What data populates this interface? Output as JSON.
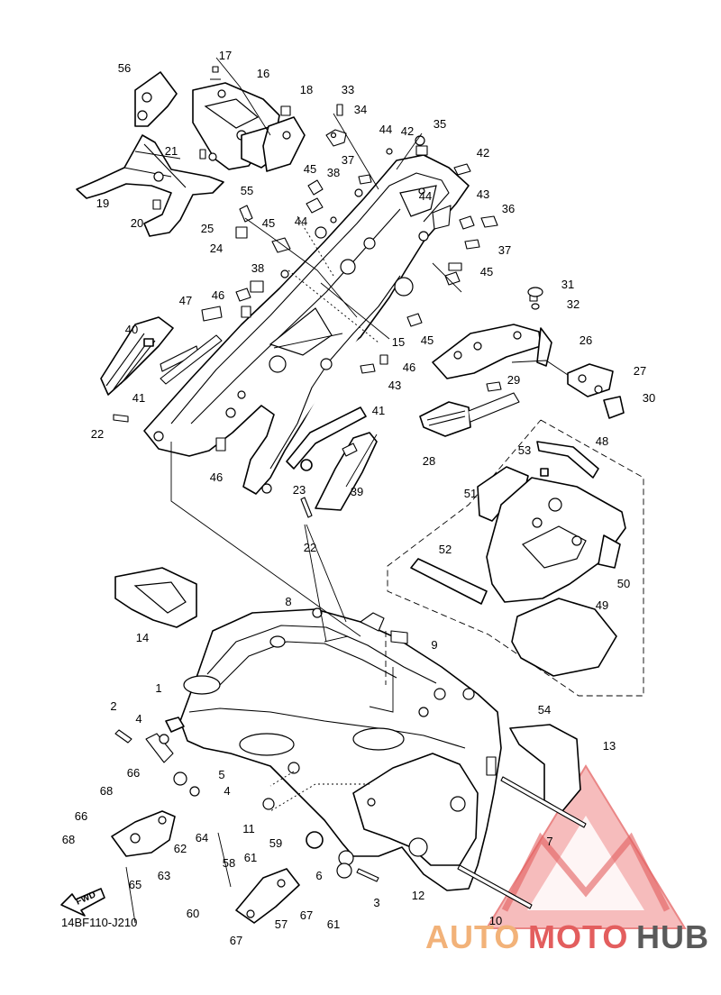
{
  "diagram_code": "14BF110-J210",
  "direction_label": "FWD",
  "watermark": {
    "brand_part1": "AUTO",
    "brand_part2": "MOTO",
    "brand_part3": "HUB",
    "color_primary": "#f2b279",
    "color_secondary": "#e35e5e",
    "color_tertiary": "#5a5a5a"
  },
  "callouts": [
    {
      "id": "1",
      "text": "1"
    },
    {
      "id": "2",
      "text": "2"
    },
    {
      "id": "3",
      "text": "3"
    },
    {
      "id": "4a",
      "text": "4"
    },
    {
      "id": "4b",
      "text": "4"
    },
    {
      "id": "5",
      "text": "5"
    },
    {
      "id": "6",
      "text": "6"
    },
    {
      "id": "7",
      "text": "7"
    },
    {
      "id": "8",
      "text": "8"
    },
    {
      "id": "9",
      "text": "9"
    },
    {
      "id": "10",
      "text": "10"
    },
    {
      "id": "11",
      "text": "11"
    },
    {
      "id": "12",
      "text": "12"
    },
    {
      "id": "13",
      "text": "13"
    },
    {
      "id": "14",
      "text": "14"
    },
    {
      "id": "15",
      "text": "15"
    },
    {
      "id": "16",
      "text": "16"
    },
    {
      "id": "17",
      "text": "17"
    },
    {
      "id": "18",
      "text": "18"
    },
    {
      "id": "19",
      "text": "19"
    },
    {
      "id": "20",
      "text": "20"
    },
    {
      "id": "21",
      "text": "21"
    },
    {
      "id": "22a",
      "text": "22"
    },
    {
      "id": "22b",
      "text": "22"
    },
    {
      "id": "23",
      "text": "23"
    },
    {
      "id": "24",
      "text": "24"
    },
    {
      "id": "25",
      "text": "25"
    },
    {
      "id": "26",
      "text": "26"
    },
    {
      "id": "27",
      "text": "27"
    },
    {
      "id": "28",
      "text": "28"
    },
    {
      "id": "29",
      "text": "29"
    },
    {
      "id": "30",
      "text": "30"
    },
    {
      "id": "31",
      "text": "31"
    },
    {
      "id": "32",
      "text": "32"
    },
    {
      "id": "33",
      "text": "33"
    },
    {
      "id": "34",
      "text": "34"
    },
    {
      "id": "35",
      "text": "35"
    },
    {
      "id": "36",
      "text": "36"
    },
    {
      "id": "37a",
      "text": "37"
    },
    {
      "id": "37b",
      "text": "37"
    },
    {
      "id": "38a",
      "text": "38"
    },
    {
      "id": "38b",
      "text": "38"
    },
    {
      "id": "39",
      "text": "39"
    },
    {
      "id": "40",
      "text": "40"
    },
    {
      "id": "41a",
      "text": "41"
    },
    {
      "id": "41b",
      "text": "41"
    },
    {
      "id": "42a",
      "text": "42"
    },
    {
      "id": "42b",
      "text": "42"
    },
    {
      "id": "43a",
      "text": "43"
    },
    {
      "id": "43b",
      "text": "43"
    },
    {
      "id": "44a",
      "text": "44"
    },
    {
      "id": "44b",
      "text": "44"
    },
    {
      "id": "44c",
      "text": "44"
    },
    {
      "id": "45a",
      "text": "45"
    },
    {
      "id": "45b",
      "text": "45"
    },
    {
      "id": "45c",
      "text": "45"
    },
    {
      "id": "45d",
      "text": "45"
    },
    {
      "id": "46a",
      "text": "46"
    },
    {
      "id": "46b",
      "text": "46"
    },
    {
      "id": "46c",
      "text": "46"
    },
    {
      "id": "47",
      "text": "47"
    },
    {
      "id": "48",
      "text": "48"
    },
    {
      "id": "49",
      "text": "49"
    },
    {
      "id": "50",
      "text": "50"
    },
    {
      "id": "51",
      "text": "51"
    },
    {
      "id": "52",
      "text": "52"
    },
    {
      "id": "53",
      "text": "53"
    },
    {
      "id": "54",
      "text": "54"
    },
    {
      "id": "55",
      "text": "55"
    },
    {
      "id": "56",
      "text": "56"
    },
    {
      "id": "57",
      "text": "57"
    },
    {
      "id": "58",
      "text": "58"
    },
    {
      "id": "59",
      "text": "59"
    },
    {
      "id": "60",
      "text": "60"
    },
    {
      "id": "61a",
      "text": "61"
    },
    {
      "id": "61b",
      "text": "61"
    },
    {
      "id": "62",
      "text": "62"
    },
    {
      "id": "63",
      "text": "63"
    },
    {
      "id": "64",
      "text": "64"
    },
    {
      "id": "65",
      "text": "65"
    },
    {
      "id": "66a",
      "text": "66"
    },
    {
      "id": "66b",
      "text": "66"
    },
    {
      "id": "67a",
      "text": "67"
    },
    {
      "id": "67b",
      "text": "67"
    },
    {
      "id": "68a",
      "text": "68"
    },
    {
      "id": "68b",
      "text": "68"
    }
  ]
}
